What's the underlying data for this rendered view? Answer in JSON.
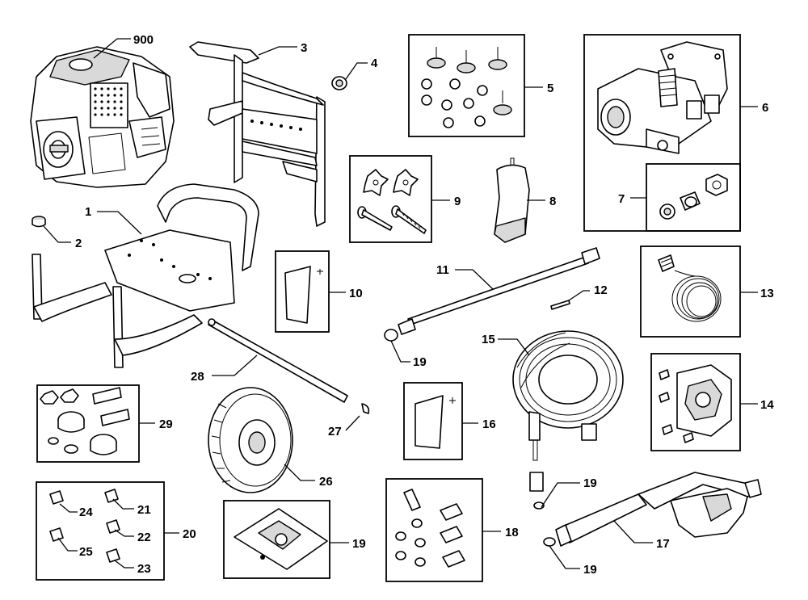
{
  "labels": {
    "l900": "900",
    "l1": "1",
    "l2": "2",
    "l3": "3",
    "l4": "4",
    "l5": "5",
    "l6": "6",
    "l7": "7",
    "l8": "8",
    "l9": "9",
    "l10": "10",
    "l11": "11",
    "l12": "12",
    "l13": "13",
    "l14": "14",
    "l15": "15",
    "l16": "16",
    "l17": "17",
    "l18": "18",
    "l19a": "19",
    "l19b": "19",
    "l19c": "19",
    "l19d": "19",
    "l20": "20",
    "l21": "21",
    "l22": "22",
    "l23": "23",
    "l24": "24",
    "l25": "25",
    "l26": "26",
    "l27": "27",
    "l28": "28",
    "l29": "29"
  },
  "parts": {
    "engine": "engine-icon",
    "frame": "frame-icon",
    "handle": "handle-icon",
    "pump": "pump-icon",
    "hose": "hose-icon",
    "wheel": "wheel-icon",
    "spray_gun": "spray-gun-icon",
    "wand": "wand-icon"
  }
}
